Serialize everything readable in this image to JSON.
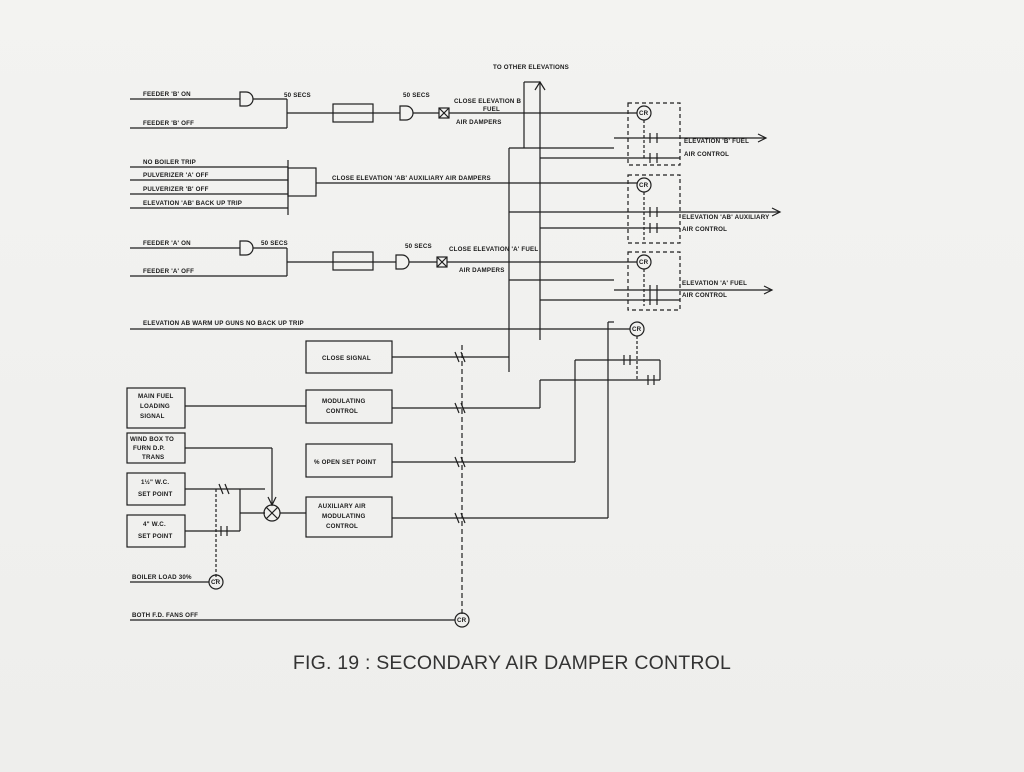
{
  "caption": "FIG. 19 : SECONDARY AIR DAMPER CONTROL",
  "top_note": "TO OTHER ELEVATIONS",
  "inputs": {
    "feeder_b_on": "FEEDER 'B' ON",
    "feeder_b_off": "FEEDER 'B' OFF",
    "no_boiler_trip": "NO BOILER TRIP",
    "pulverizer_a_off": "PULVERIZER 'A' OFF",
    "pulverizer_b_off": "PULVERIZER 'B' OFF",
    "elevation_ab_backup_trip": "ELEVATION 'AB' BACK UP TRIP",
    "feeder_a_on": "FEEDER 'A' ON",
    "feeder_a_off": "FEEDER 'A' OFF",
    "warm_up_guns": "ELEVATION AB WARM UP GUNS NO BACK UP TRIP",
    "boiler_load": "BOILER LOAD 30%",
    "fd_fans_off": "BOTH F.D. FANS OFF"
  },
  "timers": {
    "t1": "50 SECS",
    "t2": "50 SECS",
    "t3": "50 SECS",
    "t4": "50 SECS"
  },
  "actions": {
    "close_b_line1": "CLOSE ELEVATION B",
    "close_b_line2": "FUEL",
    "close_b_line3": "AIR DAMPERS",
    "close_ab": "CLOSE ELEVATION 'AB' AUXILIARY AIR DAMPERS",
    "close_a_line1": "CLOSE ELEVATION 'A' FUEL",
    "close_a_line2": "AIR DAMPERS"
  },
  "outputs": {
    "b_line1": "ELEVATION 'B' FUEL",
    "b_line2": "AIR CONTROL",
    "ab_line1": "ELEVATION 'AB' AUXILIARY",
    "ab_line2": "AIR CONTROL",
    "a_line1": "ELEVATION 'A' FUEL",
    "a_line2": "AIR CONTROL"
  },
  "relay_label": "CR",
  "blocks": {
    "close_signal": "CLOSE SIGNAL",
    "mod_line1": "MODULATING",
    "mod_line2": "CONTROL",
    "setpoint": "% OPEN SET POINT",
    "aux_line1": "AUXILIARY AIR",
    "aux_line2": "MODULATING",
    "aux_line3": "CONTROL",
    "main_fuel_line1": "MAIN FUEL",
    "main_fuel_line2": "LOADING",
    "main_fuel_line3": "SIGNAL",
    "windbox_line1": "WIND BOX TO",
    "windbox_line2": "FURN D.P.",
    "windbox_line3": "TRANS",
    "wc1_line1": "1½\" W.C.",
    "wc1_line2": "SET POINT",
    "wc2_line1": "4\" W.C.",
    "wc2_line2": "SET POINT"
  }
}
